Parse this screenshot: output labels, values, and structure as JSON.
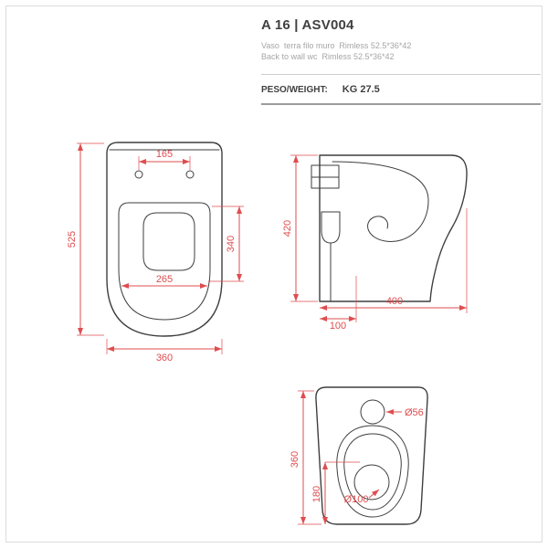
{
  "page": {
    "background": "#ffffff",
    "frame_border_color": "#dcdcdc"
  },
  "header": {
    "model": "A 16 | ASV004",
    "description_it": "Vaso  terra filo muro  Rimless 52.5*36*42",
    "description_en": "Back to wall wc  Rimless 52.5*36*42",
    "weight_label": "PESO/WEIGHT:",
    "weight_value": "KG 27.5"
  },
  "colors": {
    "dimension_red": "#df4d4f",
    "drawing_line": "#3e3e40"
  },
  "drawings": {
    "top_view": {
      "dim_fixing_holes_spacing": "165",
      "dim_overall_length": "525",
      "dim_seat_cutout_length": "340",
      "dim_inner_width": "265",
      "dim_overall_width": "360"
    },
    "side_view": {
      "dim_overall_height": "420",
      "dim_outlet_offset": "100",
      "dim_overall_depth": "400"
    },
    "rear_view": {
      "dim_inlet_diameter": "Ø56",
      "dim_inlet_height": "360",
      "dim_outlet_height": "180",
      "dim_outlet_diameter": "Ø100"
    }
  }
}
